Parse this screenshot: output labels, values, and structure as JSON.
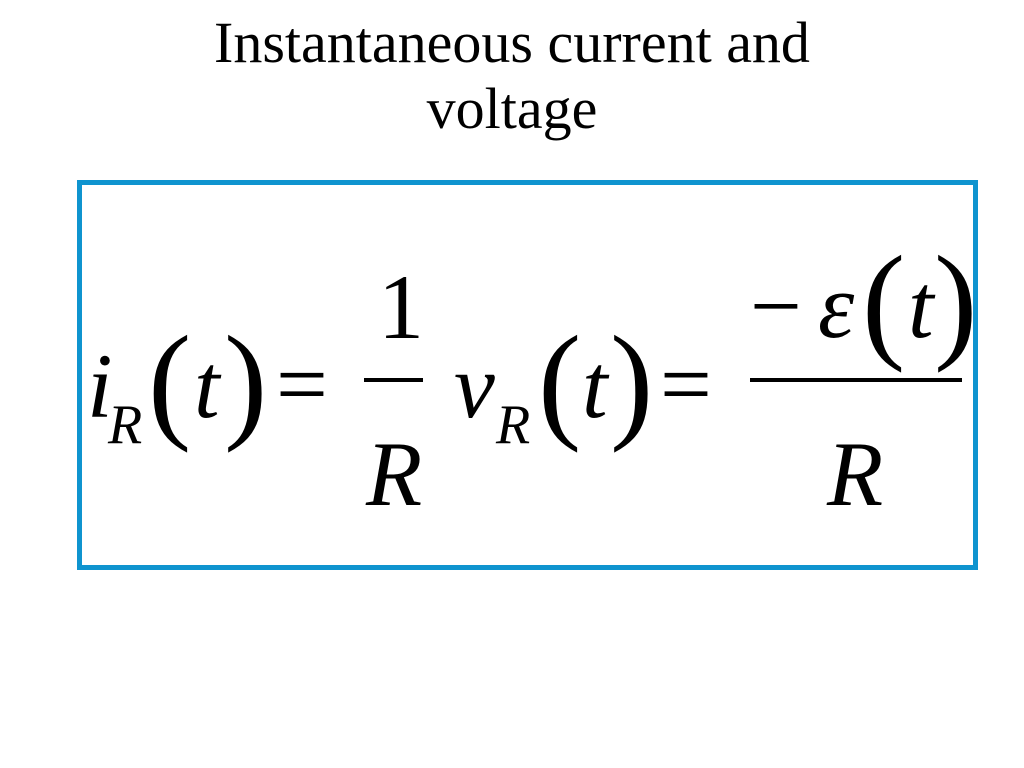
{
  "title": {
    "line1": "Instantaneous current and",
    "line2": "voltage"
  },
  "equation": {
    "i": "i",
    "sub_r": "R",
    "t": "t",
    "lparen": "(",
    "rparen": ")",
    "equals": "=",
    "one": "1",
    "r_denom": "R",
    "v": "v",
    "minus": "−",
    "epsilon": "ε"
  },
  "colors": {
    "box_border": "#0f94cf",
    "text": "#000000",
    "background": "#ffffff"
  }
}
